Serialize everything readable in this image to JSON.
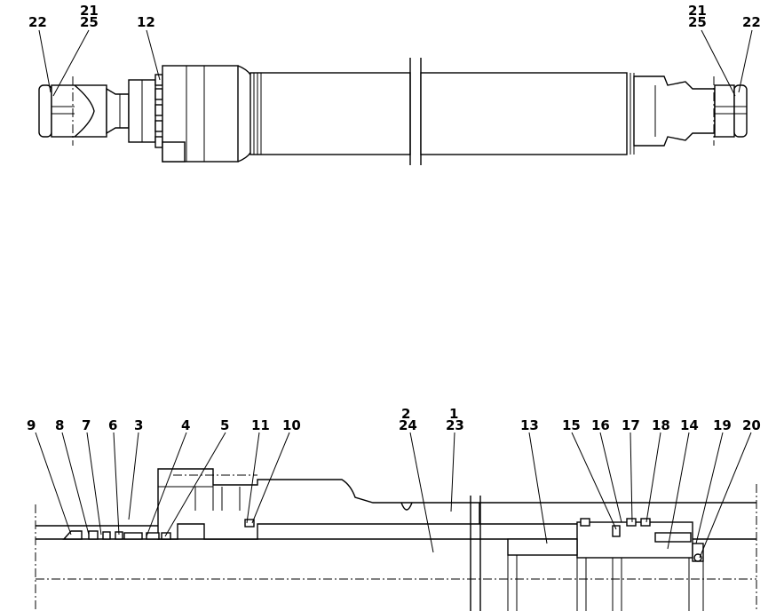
{
  "top_view": {
    "callouts": [
      {
        "id": "t22l",
        "text": "22"
      },
      {
        "id": "t21l",
        "text": "21"
      },
      {
        "id": "t25l",
        "text": "25"
      },
      {
        "id": "t12",
        "text": "12"
      },
      {
        "id": "t21r",
        "text": "21"
      },
      {
        "id": "t25r",
        "text": "25"
      },
      {
        "id": "t22r",
        "text": "22"
      }
    ]
  },
  "section_view": {
    "callouts": [
      {
        "id": "s9",
        "text": "9"
      },
      {
        "id": "s8",
        "text": "8"
      },
      {
        "id": "s7",
        "text": "7"
      },
      {
        "id": "s6",
        "text": "6"
      },
      {
        "id": "s3",
        "text": "3"
      },
      {
        "id": "s4",
        "text": "4"
      },
      {
        "id": "s5",
        "text": "5"
      },
      {
        "id": "s11",
        "text": "11"
      },
      {
        "id": "s10",
        "text": "10"
      },
      {
        "id": "s2",
        "text": "2"
      },
      {
        "id": "s24",
        "text": "24"
      },
      {
        "id": "s1",
        "text": "1"
      },
      {
        "id": "s23",
        "text": "23"
      },
      {
        "id": "s13",
        "text": "13"
      },
      {
        "id": "s15",
        "text": "15"
      },
      {
        "id": "s16",
        "text": "16"
      },
      {
        "id": "s17",
        "text": "17"
      },
      {
        "id": "s18",
        "text": "18"
      },
      {
        "id": "s14",
        "text": "14"
      },
      {
        "id": "s19",
        "text": "19"
      },
      {
        "id": "s20",
        "text": "20"
      }
    ]
  }
}
